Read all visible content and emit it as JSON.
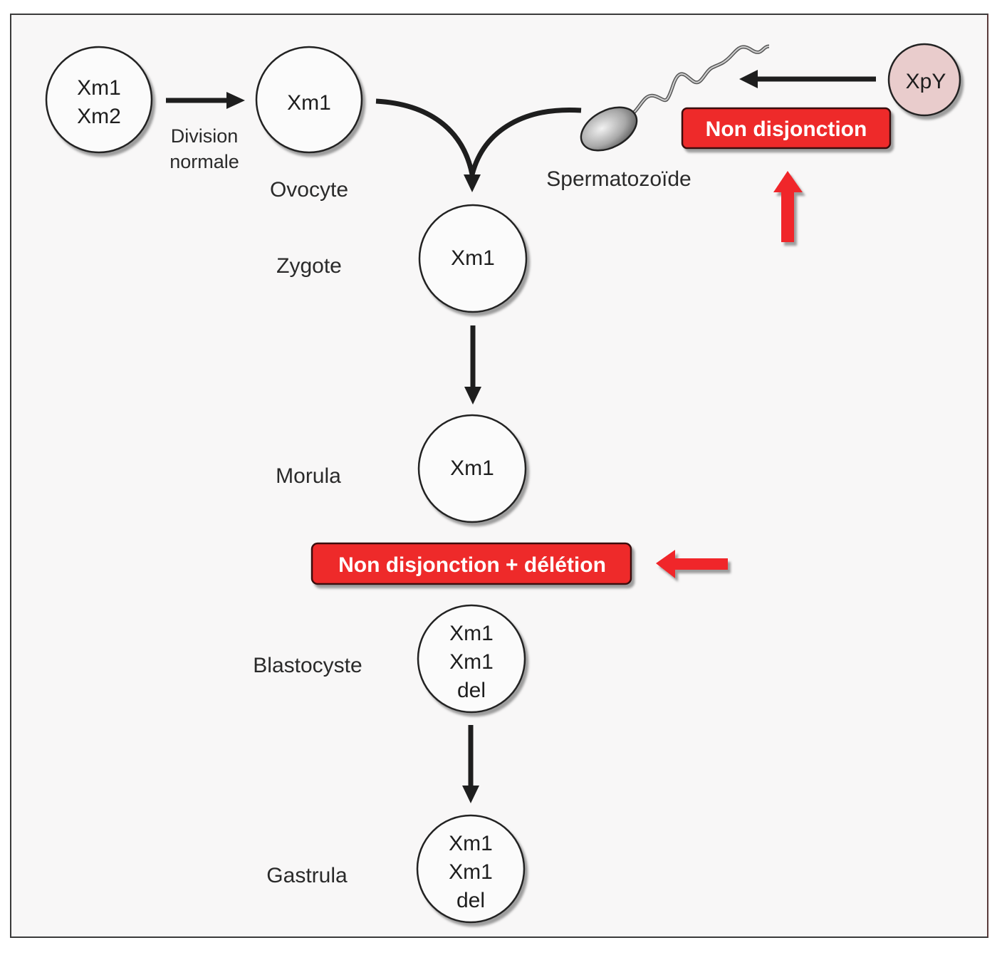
{
  "title": "Non disjonction diagram",
  "colors": {
    "badge_fill": "#ee2a2a",
    "badge_border": "#3a1010",
    "red_arrow": "#f0262a",
    "paternal_cell_fill": "#e9cccc",
    "black_arrow": "#1e1e1e",
    "cell_fill": "#fbfbfb"
  },
  "cells": {
    "mother_cell": {
      "lines": [
        "Xm1",
        "Xm2"
      ]
    },
    "ovocyte": {
      "lines": [
        "Xm1"
      ],
      "label": "Ovocyte"
    },
    "paternal_cell": {
      "lines": [
        "XpY"
      ]
    },
    "zygote": {
      "lines": [
        "Xm1"
      ],
      "label": "Zygote"
    },
    "morula": {
      "lines": [
        "Xm1"
      ],
      "label": "Morula"
    },
    "blastocyste": {
      "lines": [
        "Xm1",
        "Xm1",
        "del"
      ],
      "label": "Blastocyste"
    },
    "gastrula": {
      "lines": [
        "Xm1",
        "Xm1",
        "del"
      ],
      "label": "Gastrula"
    }
  },
  "labels": {
    "division_normale": [
      "Division",
      "normale"
    ],
    "spermatozoide": "Spermatozoïde"
  },
  "badges": {
    "non_disjonction": "Non disjonction",
    "non_disjonction_deletion": "Non disjonction + délétion"
  }
}
